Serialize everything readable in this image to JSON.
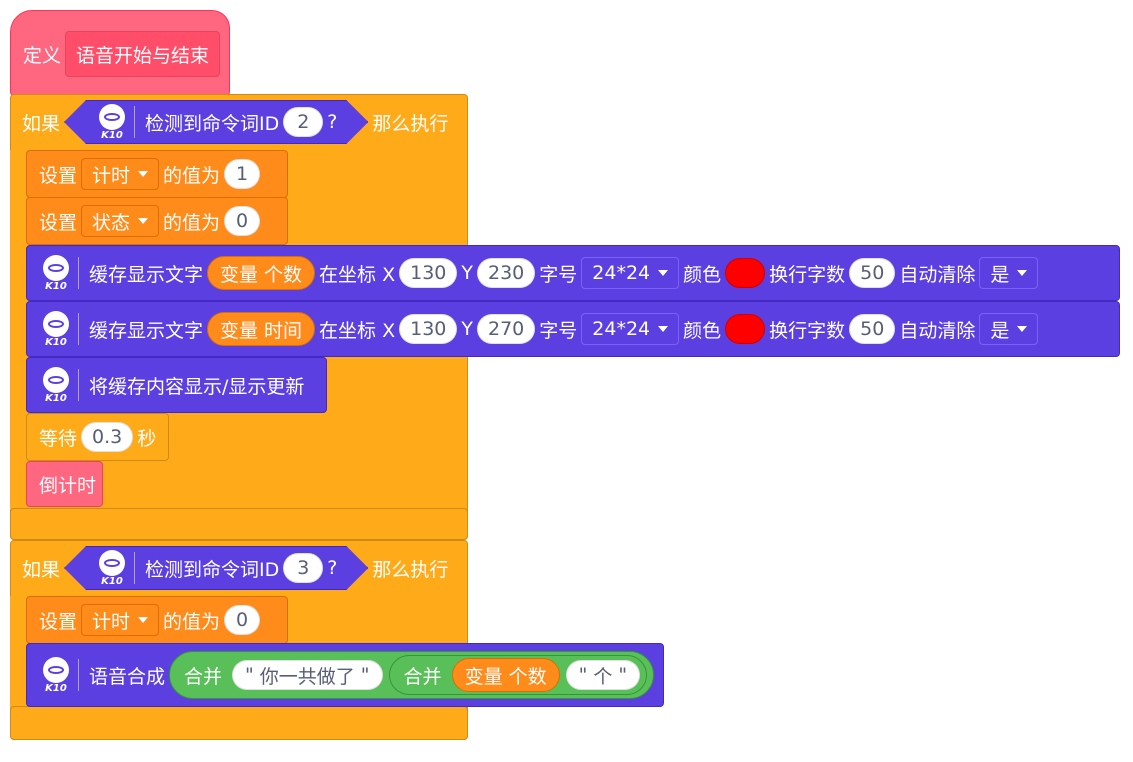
{
  "hat": {
    "prefix": "定义",
    "name": "语音开始与结束"
  },
  "if1": {
    "if_label": "如果",
    "k10_label": "K10",
    "cond_text": "检测到命令词ID",
    "id_value": "2",
    "q_mark": "?",
    "then_label": "那么执行",
    "set_timer": {
      "set_label": "设置",
      "var": "计时",
      "value_label": "的值为",
      "value": "1"
    },
    "set_state": {
      "set_label": "设置",
      "var": "状态",
      "value_label": "的值为",
      "value": "0"
    },
    "cache1": {
      "label": "缓存显示文字",
      "var_prefix": "变量",
      "var_name": "个数",
      "coord_label": "在坐标 X",
      "x": "130",
      "y_label": "Y",
      "y": "230",
      "font_label": "字号",
      "font": "24*24",
      "color_label": "颜色",
      "wrap_label": "换行字数",
      "wrap": "50",
      "clear_label": "自动清除",
      "clear": "是"
    },
    "cache2": {
      "label": "缓存显示文字",
      "var_prefix": "变量",
      "var_name": "时间",
      "coord_label": "在坐标 X",
      "x": "130",
      "y_label": "Y",
      "y": "270",
      "font_label": "字号",
      "font": "24*24",
      "color_label": "颜色",
      "wrap_label": "换行字数",
      "wrap": "50",
      "clear_label": "自动清除",
      "clear": "是"
    },
    "show": "将缓存内容显示/显示更新",
    "wait": {
      "label": "等待",
      "value": "0.3",
      "unit": "秒"
    },
    "countdown": "倒计时"
  },
  "if2": {
    "if_label": "如果",
    "k10_label": "K10",
    "cond_text": "检测到命令词ID",
    "id_value": "3",
    "q_mark": "?",
    "then_label": "那么执行",
    "set_timer": {
      "set_label": "设置",
      "var": "计时",
      "value_label": "的值为",
      "value": "0"
    },
    "speech": {
      "label": "语音合成",
      "join1": "合并",
      "str1": "你一共做了",
      "join2": "合并",
      "var_prefix": "变量",
      "var_name": "个数",
      "str2": "个"
    }
  },
  "colors": {
    "pink": "#ff6680",
    "control": "#ffab19",
    "data": "#ff8c1a",
    "k10": "#5b3fe0",
    "operator": "#59c059",
    "swatch": "#ff0000"
  }
}
